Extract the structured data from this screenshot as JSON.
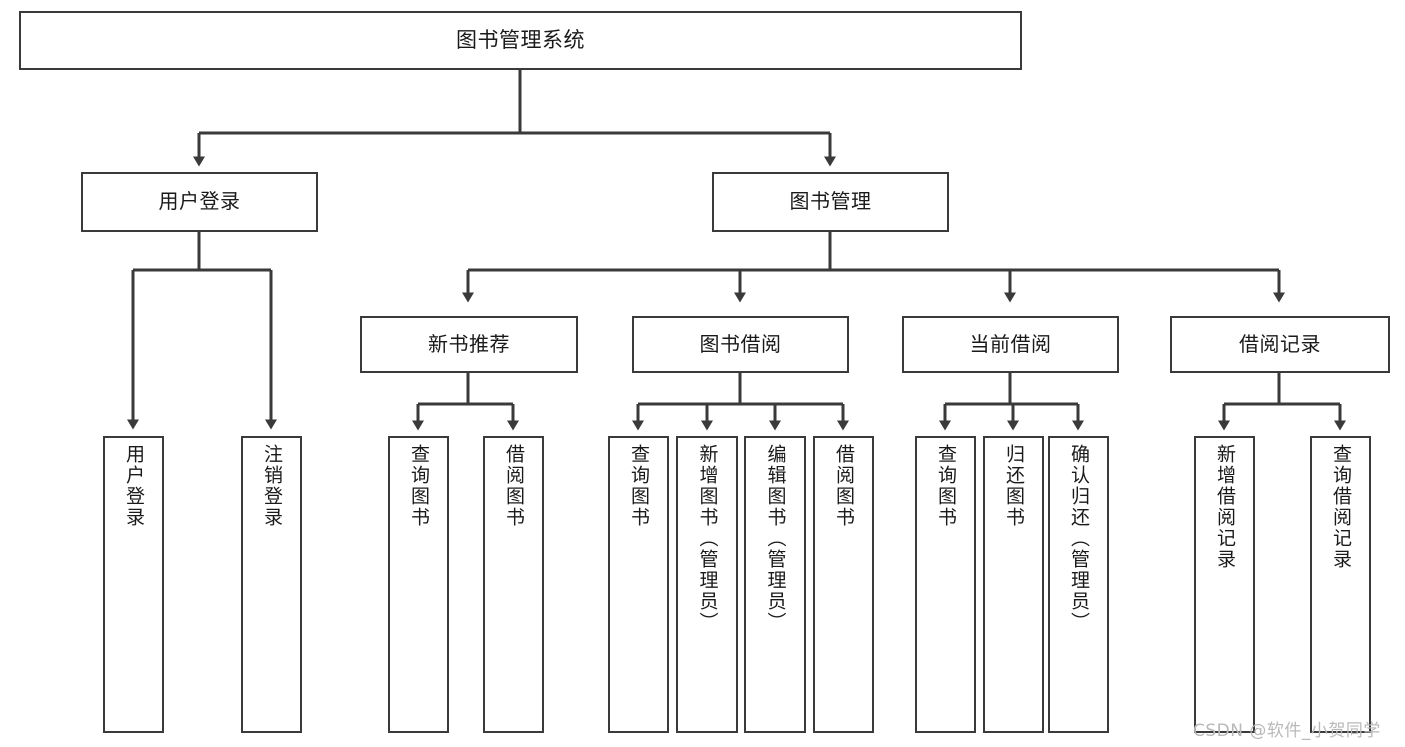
{
  "diagram": {
    "title": "图书管理系统",
    "type": "tree-hierarchy",
    "watermark": "CSDN @软件_小贺同学",
    "colors": {
      "background": "#ffffff",
      "box_border": "#3a3a3a",
      "box_fill": "#ffffff",
      "text": "#1a1a1a",
      "edge": "#3a3a3a",
      "watermark": "#b9b9b9"
    }
  },
  "nodes": {
    "root": {
      "label": "图书管理系统"
    },
    "level1": [
      {
        "id": "user-login",
        "label": "用户登录"
      },
      {
        "id": "book-manage",
        "label": "图书管理"
      }
    ],
    "level2": [
      {
        "id": "new-book-rec",
        "label": "新书推荐"
      },
      {
        "id": "book-borrow",
        "label": "图书借阅"
      },
      {
        "id": "current-borrow",
        "label": "当前借阅"
      },
      {
        "id": "borrow-record",
        "label": "借阅记录"
      }
    ],
    "leaves": {
      "user_login": [
        {
          "id": "leaf-user-login",
          "label": "用户登录"
        },
        {
          "id": "leaf-logout",
          "label": "注销登录"
        }
      ],
      "new_book_rec": [
        {
          "id": "leaf-query-book-1",
          "label": "查询图书"
        },
        {
          "id": "leaf-borrow-book-1",
          "label": "借阅图书"
        }
      ],
      "book_borrow": [
        {
          "id": "leaf-query-book-2",
          "label": "查询图书"
        },
        {
          "id": "leaf-add-book",
          "label": "新增图书（管理员）"
        },
        {
          "id": "leaf-edit-book",
          "label": "编辑图书（管理员）"
        },
        {
          "id": "leaf-borrow-book-2",
          "label": "借阅图书"
        }
      ],
      "current_borrow": [
        {
          "id": "leaf-query-book-3",
          "label": "查询图书"
        },
        {
          "id": "leaf-return-book",
          "label": "归还图书"
        },
        {
          "id": "leaf-confirm-return",
          "label": "确认归还（管理员）"
        }
      ],
      "borrow_record": [
        {
          "id": "leaf-add-record",
          "label": "新增借阅记录"
        },
        {
          "id": "leaf-query-record",
          "label": "查询借阅记录"
        }
      ]
    }
  }
}
